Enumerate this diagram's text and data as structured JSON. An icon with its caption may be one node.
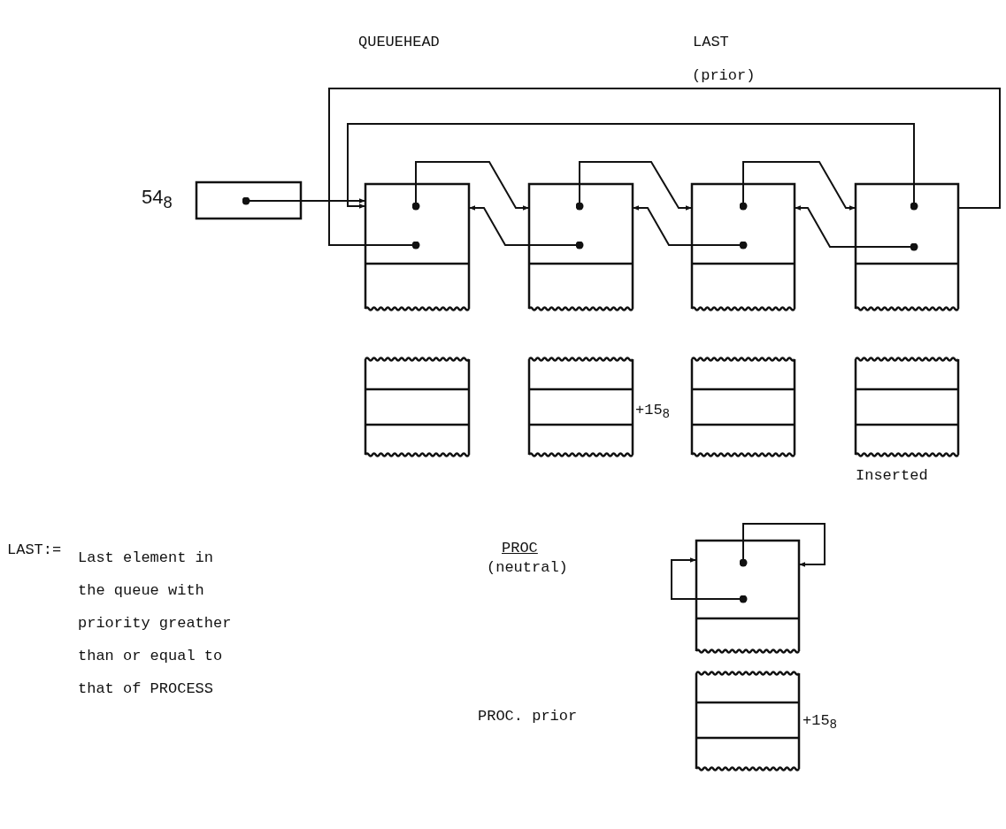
{
  "diagram": {
    "nodes": [
      {
        "text": [],
        "shape": "box",
        "beside": [
          "54$_{8}$"
        ]
      },
      {
        "text": [],
        "shape": "box"
      },
      {
        "text": [],
        "shape": "box"
      },
      {
        "text": [],
        "shape": "box",
        "beside": [
          "LAST",
          "(prior)"
        ]
      },
      {
        "text": [],
        "shape": "box"
      },
      {
        "text": [],
        "shape": "box"
      },
      {
        "text": [],
        "shape": "box",
        "beside": [
          "+15$_{8}$"
        ]
      },
      {
        "text": [],
        "shape": "box"
      },
      {
        "text": [],
        "shape": "box"
      },
      {
        "text": [],
        "shape": "box",
        "beside": [
          "PROC",
          "(neutral)"
        ]
      },
      {
        "text": [],
        "shape": "box",
        "beside": [
          "+15$_{8}$"
        ]
      }
    ],
    "edges": [
      {
        "from": 0,
        "to": 1,
        "arrow": "to"
      },
      {
        "from": 1,
        "to": 2,
        "arrow": "to"
      },
      {
        "from": 2,
        "to": 3,
        "arrow": "to"
      },
      {
        "from": 3,
        "to": 4,
        "arrow": "to"
      },
      {
        "from": 4,
        "to": 1,
        "arrow": "to"
      },
      {
        "from": 2,
        "to": 1,
        "arrow": "to"
      },
      {
        "from": 3,
        "to": 2,
        "arrow": "to"
      },
      {
        "from": 4,
        "to": 3,
        "arrow": "to"
      },
      {
        "from": 1,
        "to": 4,
        "arrow": "other"
      },
      {
        "from": 9,
        "to": 9,
        "arrow": "to"
      },
      {
        "from": 9,
        "to": 9,
        "arrow": "to"
      }
    ],
    "labels": [
      "QUEUEHEAD",
      "Inserted",
      "LAST:=",
      "Last element in the queue with priority greather than or equal to that of PROCESS",
      "PROC. prior"
    ]
  }
}
